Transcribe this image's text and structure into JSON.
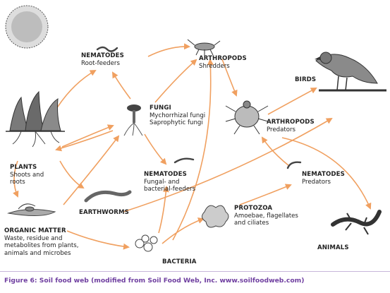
{
  "nodes": {
    "nematodes_root": {
      "title": "NEMATODES",
      "sub": [
        "Root-feeders"
      ]
    },
    "arthropods_shredders": {
      "title": "ARTHROPODS",
      "sub": [
        "Shredders"
      ]
    },
    "birds": {
      "title": "BIRDS",
      "sub": []
    },
    "fungi": {
      "title": "FUNGI",
      "sub": [
        "Mychorrhizal fungi",
        "Saprophytic fungi"
      ]
    },
    "arthropods_predators": {
      "title": "ARTHROPODS",
      "sub": [
        "Predators"
      ]
    },
    "plants": {
      "title": "PLANTS",
      "sub": [
        "Shoots and",
        "roots"
      ]
    },
    "nematodes_fungal": {
      "title": "NEMATODES",
      "sub": [
        "Fungal- and",
        "bacterial-feeders"
      ]
    },
    "nematodes_predators": {
      "title": "NEMATODES",
      "sub": [
        "Predators"
      ]
    },
    "earthworms": {
      "title": "EARTHWORMS",
      "sub": []
    },
    "organic_matter": {
      "title": "ORGANIC MATTER",
      "sub": [
        "Waste, residue and",
        "metabolites from plants,",
        "animals and microbes"
      ]
    },
    "protozoa": {
      "title": "PROTOZOA",
      "sub": [
        "Amoebae, flagellates",
        "and ciliates"
      ]
    },
    "animals": {
      "title": "ANIMALS",
      "sub": []
    },
    "bacteria": {
      "title": "BACTERIA",
      "sub": []
    }
  },
  "caption": "Figure 6: Soil food web (modified from Soil Food Web, Inc. www.soilfoodweb.com)",
  "colors": {
    "arrow": "#f0a060",
    "caption": "#6f3fa0",
    "ink": "#222222"
  },
  "icons": [
    "sun-icon",
    "nematode-root-icon",
    "arthropod-shredder-icon",
    "bird-icon",
    "fungi-icon",
    "plants-icon",
    "mite-predator-icon",
    "nematode-fungal-icon",
    "nematode-predator-icon",
    "earthworm-icon",
    "organic-matter-icon",
    "protozoa-icon",
    "lizard-icon",
    "bacteria-icon"
  ]
}
